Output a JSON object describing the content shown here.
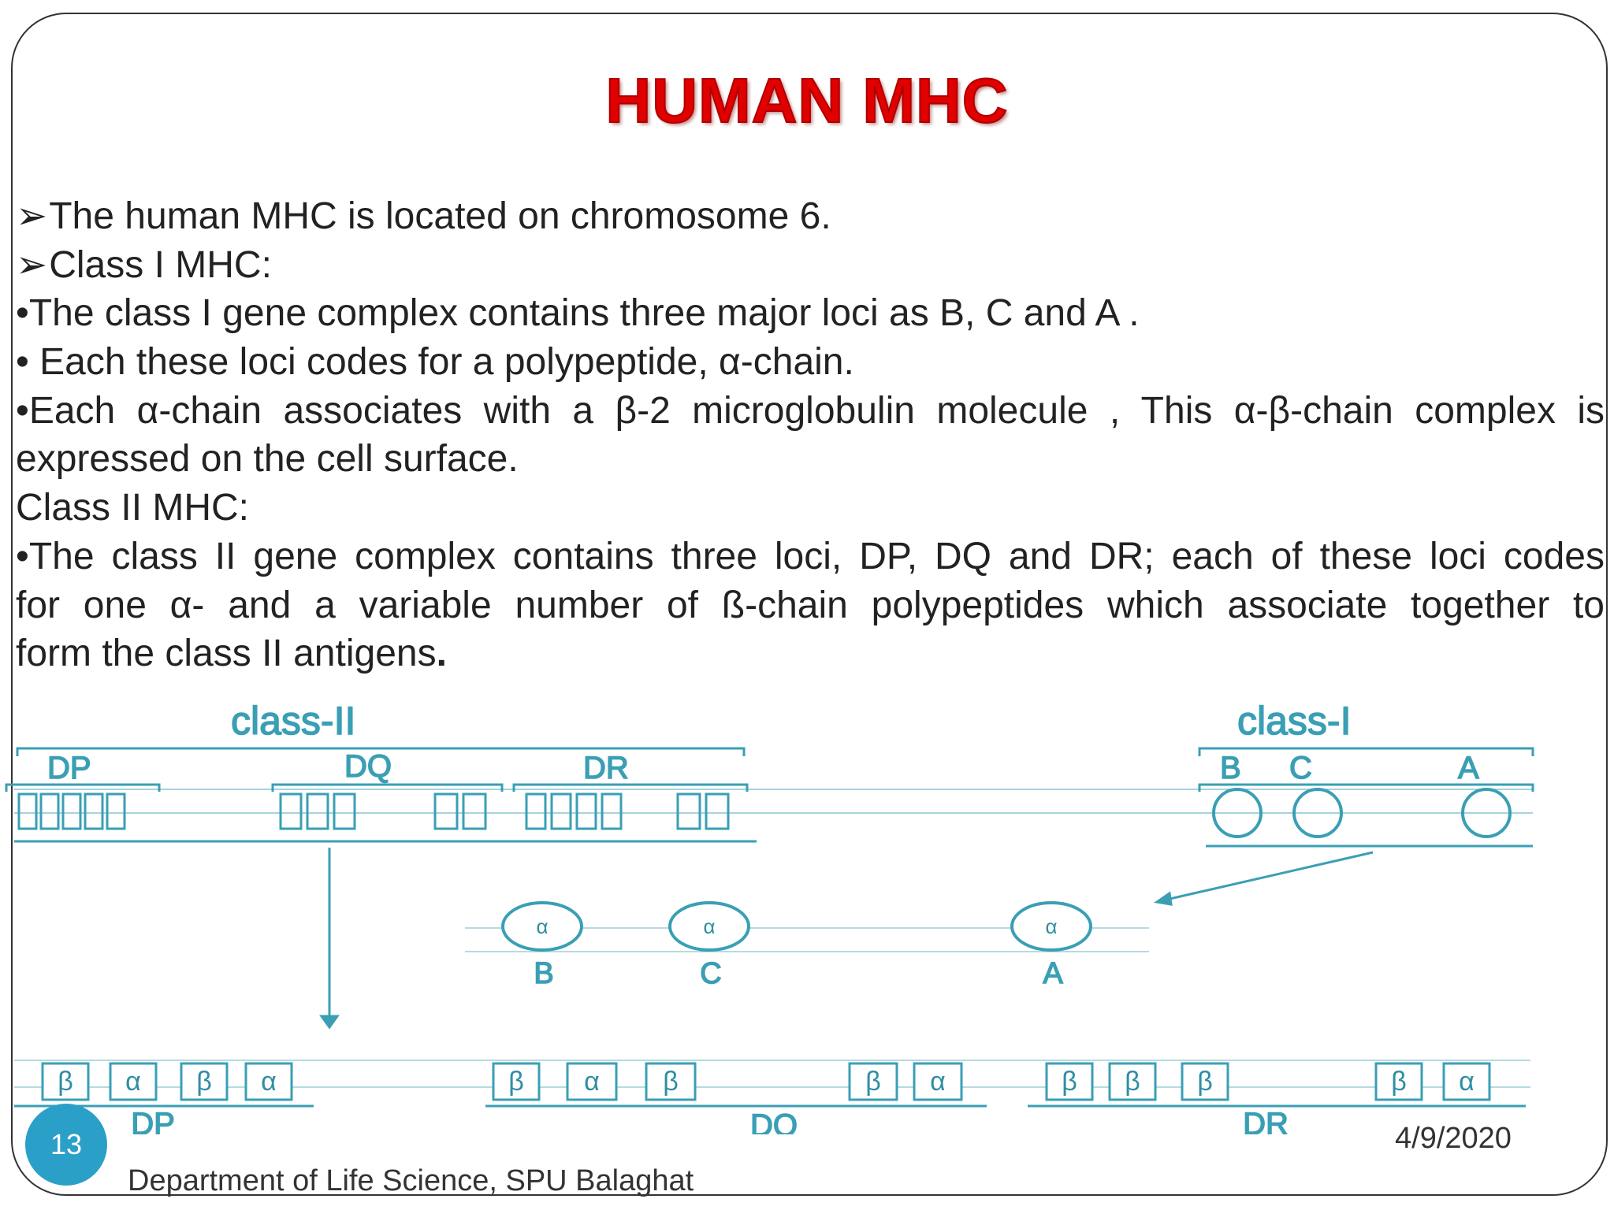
{
  "slide": {
    "title": "HUMAN MHC",
    "lines": [
      {
        "bullet": "➢",
        "text": "The human MHC is located on chromosome 6."
      },
      {
        "bullet": "➢",
        "text": "Class I MHC:"
      },
      {
        "bullet": "•",
        "text": "The class I gene complex contains three major loci  as B, C and A ."
      },
      {
        "bullet": "•",
        "text": " Each these loci codes for a polypeptide, α-chain."
      },
      {
        "bullet": "•",
        "text": "Each α-chain associates with a β-2 microglobulin molecule , This α-β-chain complex is"
      },
      {
        "bullet": "",
        "text": "expressed on the cell surface."
      },
      {
        "bullet": "",
        "text": " Class II MHC:"
      },
      {
        "bullet": "•",
        "text": "The class II gene complex contains three loci, DP, DQ and DR; each of these loci codes"
      },
      {
        "bullet": "",
        "text": "for one α- and a variable number of ß-chain polypeptides which associate together to"
      },
      {
        "bullet": "",
        "text": "form the class II antigens",
        "trail": "."
      }
    ],
    "page_number": "13",
    "date": "4/9/2020",
    "footer": "Department of Life Science, SPU Balaghat"
  },
  "diagram": {
    "class_ii_label": "class-II",
    "class_i_label": "class-I",
    "top_loci": {
      "dp": "DP",
      "dq": "DQ",
      "dr": "DR",
      "b": "B",
      "c": "C",
      "a": "A"
    },
    "alpha_symbol": "α",
    "beta_symbol": "β",
    "middle_labels": {
      "b": "B",
      "c": "C",
      "a": "A"
    },
    "bottom_labels": {
      "dp": "DP",
      "dq": "DQ",
      "dr": "DR"
    },
    "bottom_chains": {
      "dp": [
        "β",
        "α",
        "β",
        "α"
      ],
      "dq_left": [
        "β",
        "α",
        "β"
      ],
      "dq_right": [
        "β",
        "α"
      ],
      "dr_left": [
        "β",
        "β",
        "β"
      ],
      "dr_right": [
        "β",
        "α"
      ]
    },
    "colors": {
      "diagram": "#3a9fb4",
      "title": "#e00000",
      "page_badge": "#2aa0c8"
    }
  }
}
